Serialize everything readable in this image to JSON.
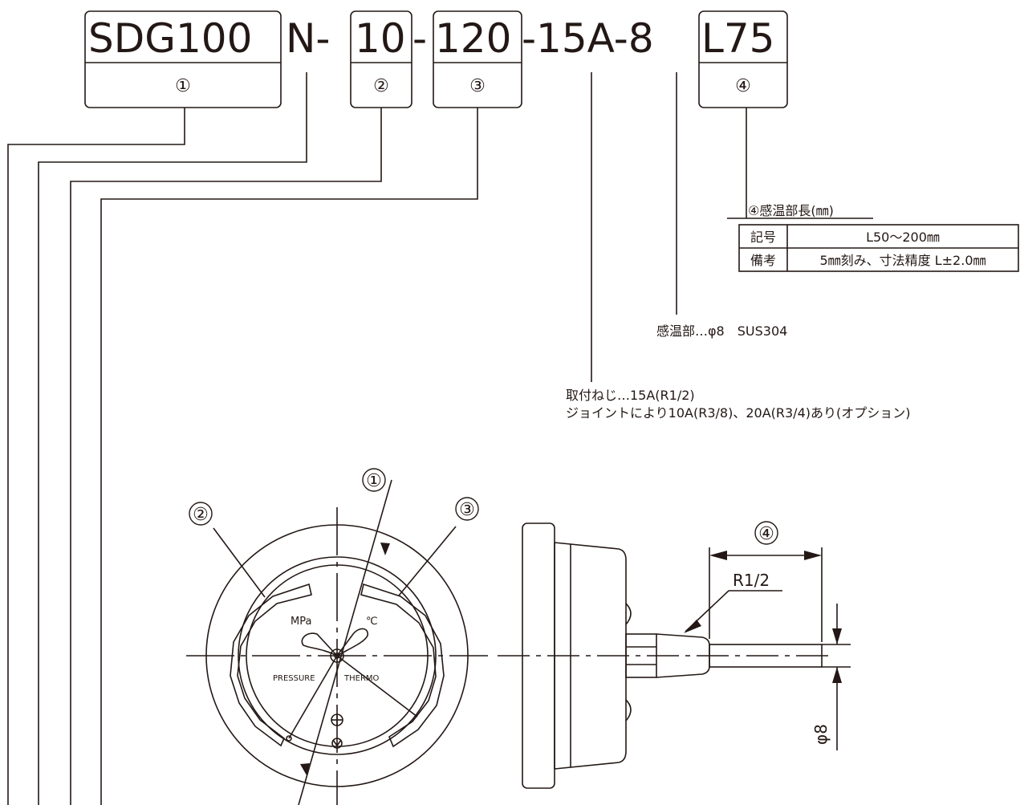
{
  "model_code": {
    "seg1": "SDG100",
    "seg_n": "N-",
    "seg2": "10",
    "dash_a": "-",
    "seg3": "120",
    "seg_thread": "-15A-8",
    "seg4": "L75"
  },
  "callouts": {
    "c1": "①",
    "c2": "②",
    "c3": "③",
    "c4": "④"
  },
  "length_table": {
    "title": "④感温部長(㎜)",
    "rows": [
      {
        "label": "記号",
        "value": "L50～200㎜"
      },
      {
        "label": "備考",
        "value": "5㎜刻み、寸法精度 L±2.0㎜"
      }
    ]
  },
  "notes": {
    "sensor": "感温部…φ8　SUS304",
    "thread_line1": "取付ねじ…15A(R1/2)",
    "thread_line2": "ジョイントにより10A(R3/8)、20A(R3/4)あり(オプション)"
  },
  "dial": {
    "mpa": "MPa",
    "celsius": "℃",
    "pressure": "PRESSURE",
    "thermo": "THERMO"
  },
  "side_view": {
    "thread_label": "R1/2",
    "diameter_label": "φ8"
  }
}
